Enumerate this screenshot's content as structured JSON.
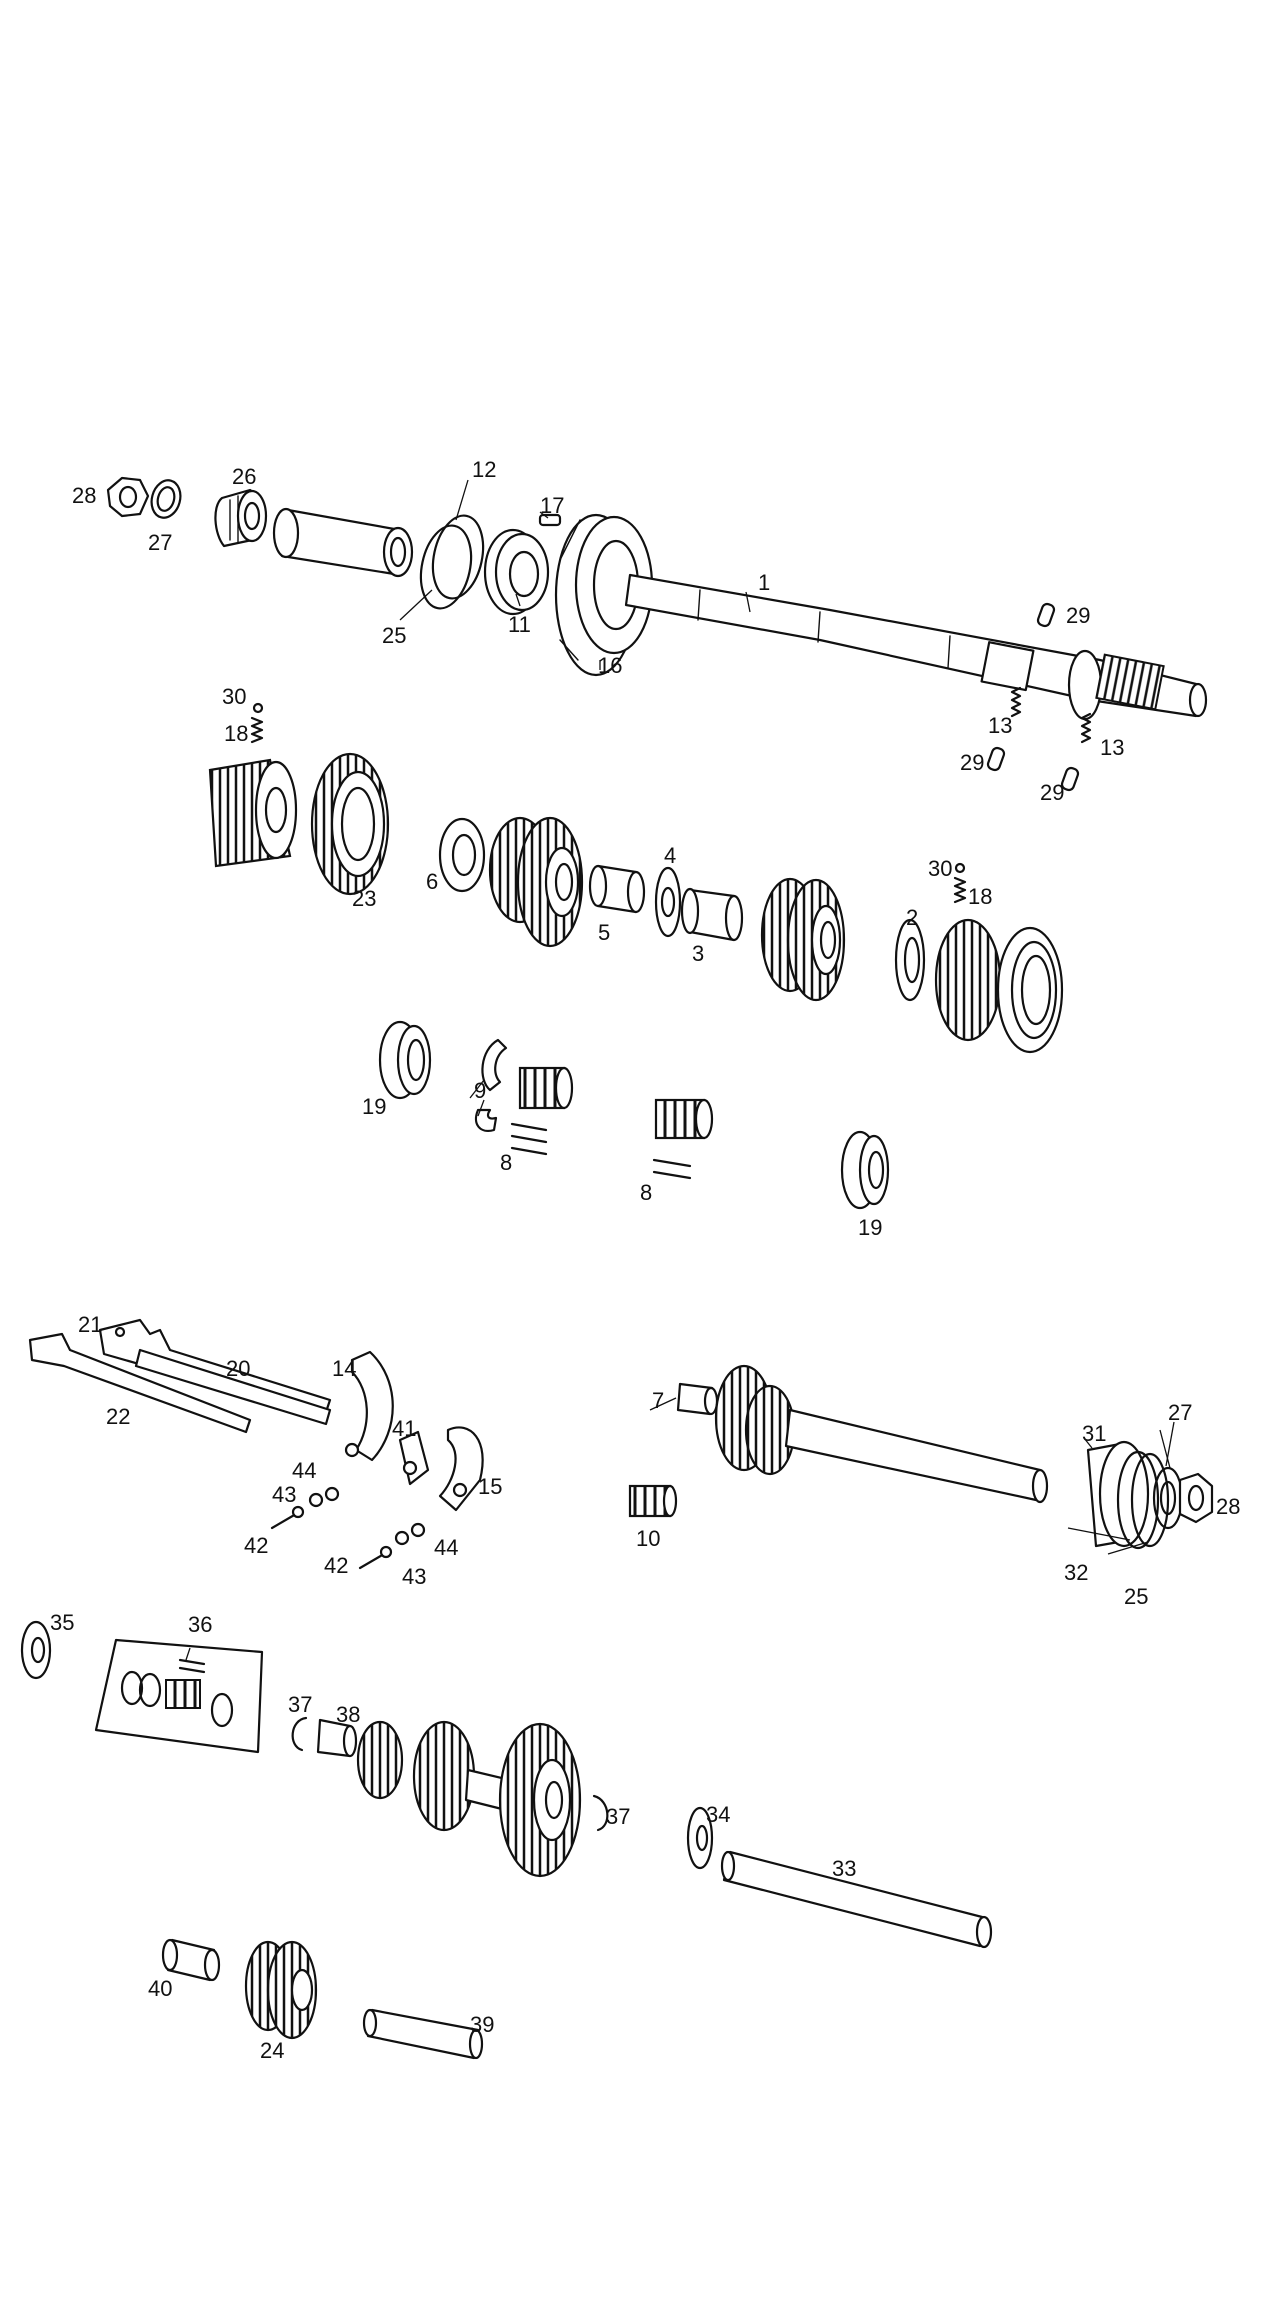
{
  "labels": {
    "l1": "1",
    "l2": "2",
    "l3": "3",
    "l4": "4",
    "l5": "5",
    "l6": "6",
    "l7": "7",
    "l8a": "8",
    "l8b": "8",
    "l9": "9",
    "l10": "10",
    "l11": "11",
    "l12": "12",
    "l13a": "13",
    "l13b": "13",
    "l14": "14",
    "l15": "15",
    "l16": "16",
    "l17": "17",
    "l18a": "18",
    "l18b": "18",
    "l19a": "19",
    "l19b": "19",
    "l20": "20",
    "l21": "21",
    "l22": "22",
    "l23": "23",
    "l24": "24",
    "l25a": "25",
    "l25b": "25",
    "l26": "26",
    "l27a": "27",
    "l27b": "27",
    "l28a": "28",
    "l28b": "28",
    "l29a": "29",
    "l29b": "29",
    "l29c": "29",
    "l30a": "30",
    "l30b": "30",
    "l31": "31",
    "l32": "32",
    "l33": "33",
    "l34": "34",
    "l35": "35",
    "l36": "36",
    "l37a": "37",
    "l37b": "37",
    "l38": "38",
    "l39": "39",
    "l40": "40",
    "l41": "41",
    "l42a": "42",
    "l42b": "42",
    "l43a": "43",
    "l43b": "43",
    "l44a": "44",
    "l44b": "44"
  }
}
